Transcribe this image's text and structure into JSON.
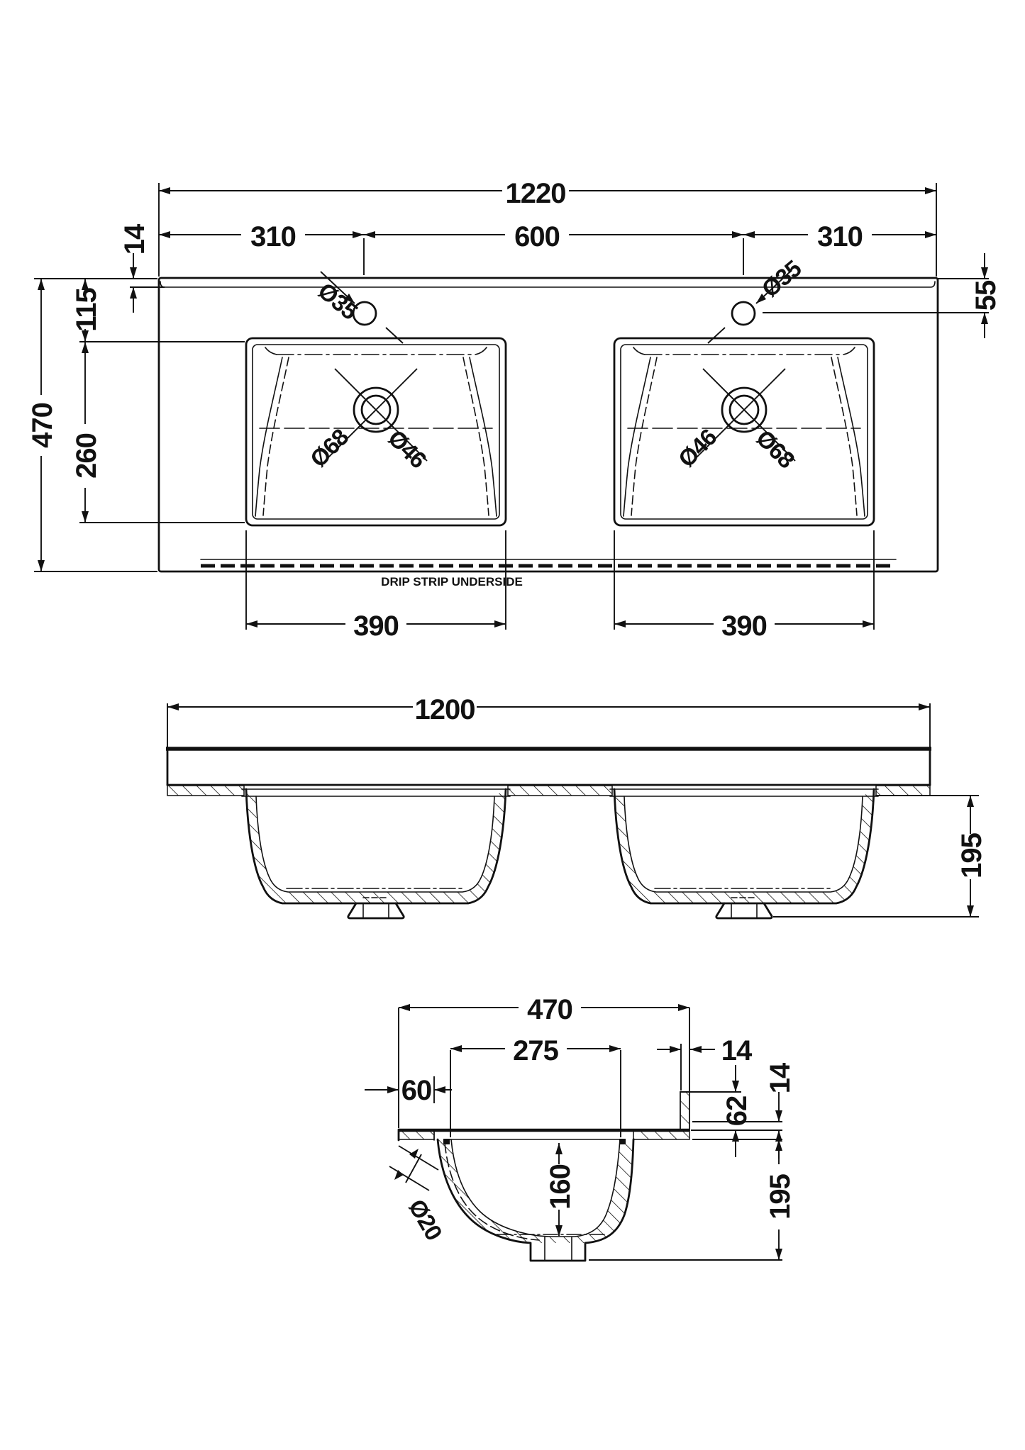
{
  "drawing": {
    "type": "technical-dimension-drawing",
    "subject": "double-basin vanity washbasin top",
    "ink": "#111111",
    "background": "#ffffff"
  },
  "plan_view": {
    "dims": {
      "overall_width": "1220",
      "left_hole_offset": "310",
      "hole_spacing": "600",
      "right_hole_offset": "310",
      "front_edge_thickness": "14",
      "cutout_setback": "115",
      "cutout_depth": "260",
      "overall_depth": "470",
      "hole_setback": "55",
      "cutout_width_left": "390",
      "cutout_width_right": "390"
    },
    "labels": {
      "tap_hole_left": "Ø35",
      "tap_hole_right": "Ø35",
      "waste_outer_left": "Ø68",
      "waste_inner_left": "Ø46",
      "waste_inner_right": "Ø46",
      "waste_outer_right": "Ø68",
      "drip_strip_note": "DRIP STRIP UNDERSIDE"
    }
  },
  "front_view": {
    "dims": {
      "width": "1200",
      "basin_depth": "195"
    }
  },
  "side_view": {
    "dims": {
      "overall_depth": "470",
      "bowl_opening": "275",
      "back_ledge": "60",
      "front_edge_width": "14",
      "apron_height": "62",
      "top_thickness": "14",
      "bowl_depth": "160",
      "overall_height": "195"
    },
    "labels": {
      "overflow_channel": "Ø20"
    }
  }
}
